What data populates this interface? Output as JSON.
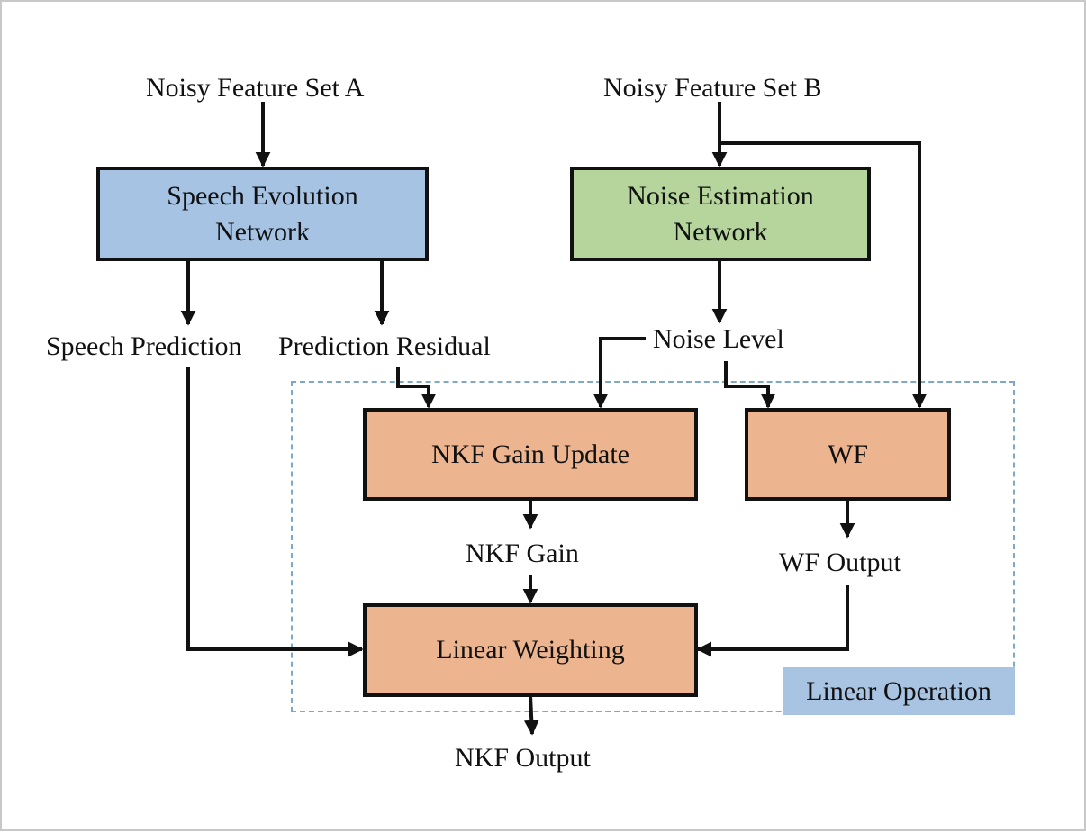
{
  "colors": {
    "speech_box": "#a6c3e3",
    "noise_box": "#b5d59c",
    "linear_box": "#ecb48f",
    "region_border": "#7fa8c8",
    "region_tag": "#a8c4e2",
    "stroke": "#111111"
  },
  "inputs": {
    "set_a": "Noisy Feature Set A",
    "set_b": "Noisy Feature Set B"
  },
  "boxes": {
    "speech_evolution": {
      "line1": "Speech Evolution",
      "line2": "Network"
    },
    "noise_estimation": {
      "line1": "Noise Estimation",
      "line2": "Network"
    },
    "nkf_gain_update": "NKF Gain Update",
    "wf": "WF",
    "linear_weighting": "Linear Weighting"
  },
  "signals": {
    "speech_prediction": "Speech Prediction",
    "prediction_residual": "Prediction Residual",
    "noise_level": "Noise Level",
    "nkf_gain": "NKF Gain",
    "wf_output": "WF Output",
    "nkf_output": "NKF Output"
  },
  "region": {
    "label": "Linear Operation"
  }
}
